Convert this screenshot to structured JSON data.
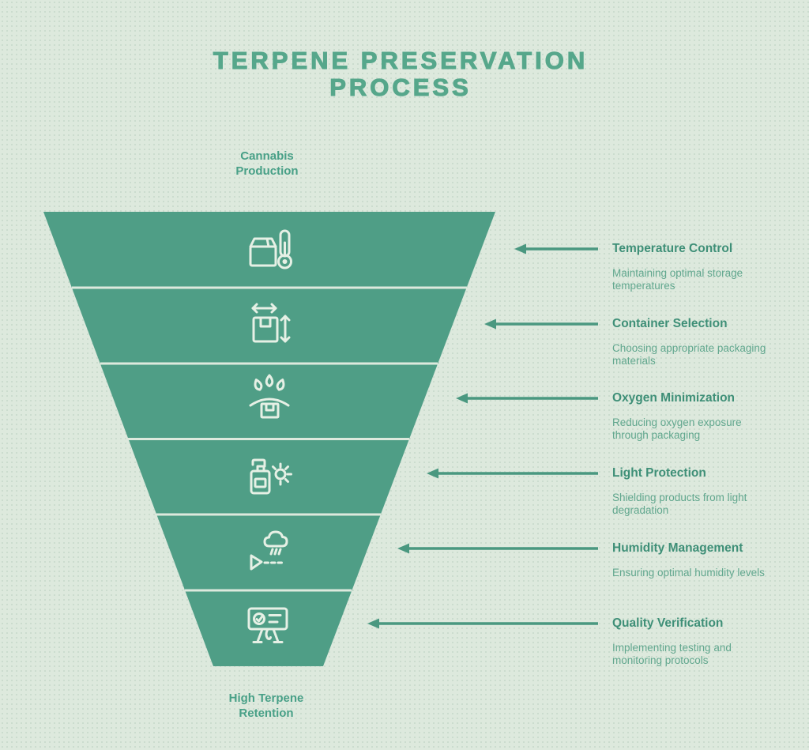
{
  "title": {
    "line1": "TERPENE PRESERVATION",
    "line2": "PROCESS"
  },
  "funnel": {
    "top_label": "Cannabis Production",
    "bottom_label": "High Terpene Retention",
    "segment_count": 6
  },
  "stages": [
    {
      "title": "Temperature Control",
      "description": "Maintaining optimal storage temperatures",
      "icon": "box-thermometer-icon"
    },
    {
      "title": "Container Selection",
      "description": "Choosing appropriate packaging materials",
      "icon": "box-dimensions-icon"
    },
    {
      "title": "Oxygen Minimization",
      "description": "Reducing oxygen exposure through packaging",
      "icon": "box-droplets-icon"
    },
    {
      "title": "Light Protection",
      "description": "Shielding products from light degradation",
      "icon": "pump-bottle-sun-icon"
    },
    {
      "title": "Humidity Management",
      "description": "Ensuring optimal humidity levels",
      "icon": "cloud-rain-cone-icon"
    },
    {
      "title": "Quality Verification",
      "description": "Implementing testing and monitoring protocols",
      "icon": "inspection-board-icon"
    }
  ],
  "colors": {
    "background": "#dde9dd",
    "funnel_fill": "#4f9e86",
    "title_text": "#56a78b",
    "stage_title_text": "#3e8f77",
    "stage_description_text": "#61a78e",
    "arrow": "#4a9880",
    "icon_stroke": "#e6f0e5",
    "flow_label_text": "#48a087"
  }
}
